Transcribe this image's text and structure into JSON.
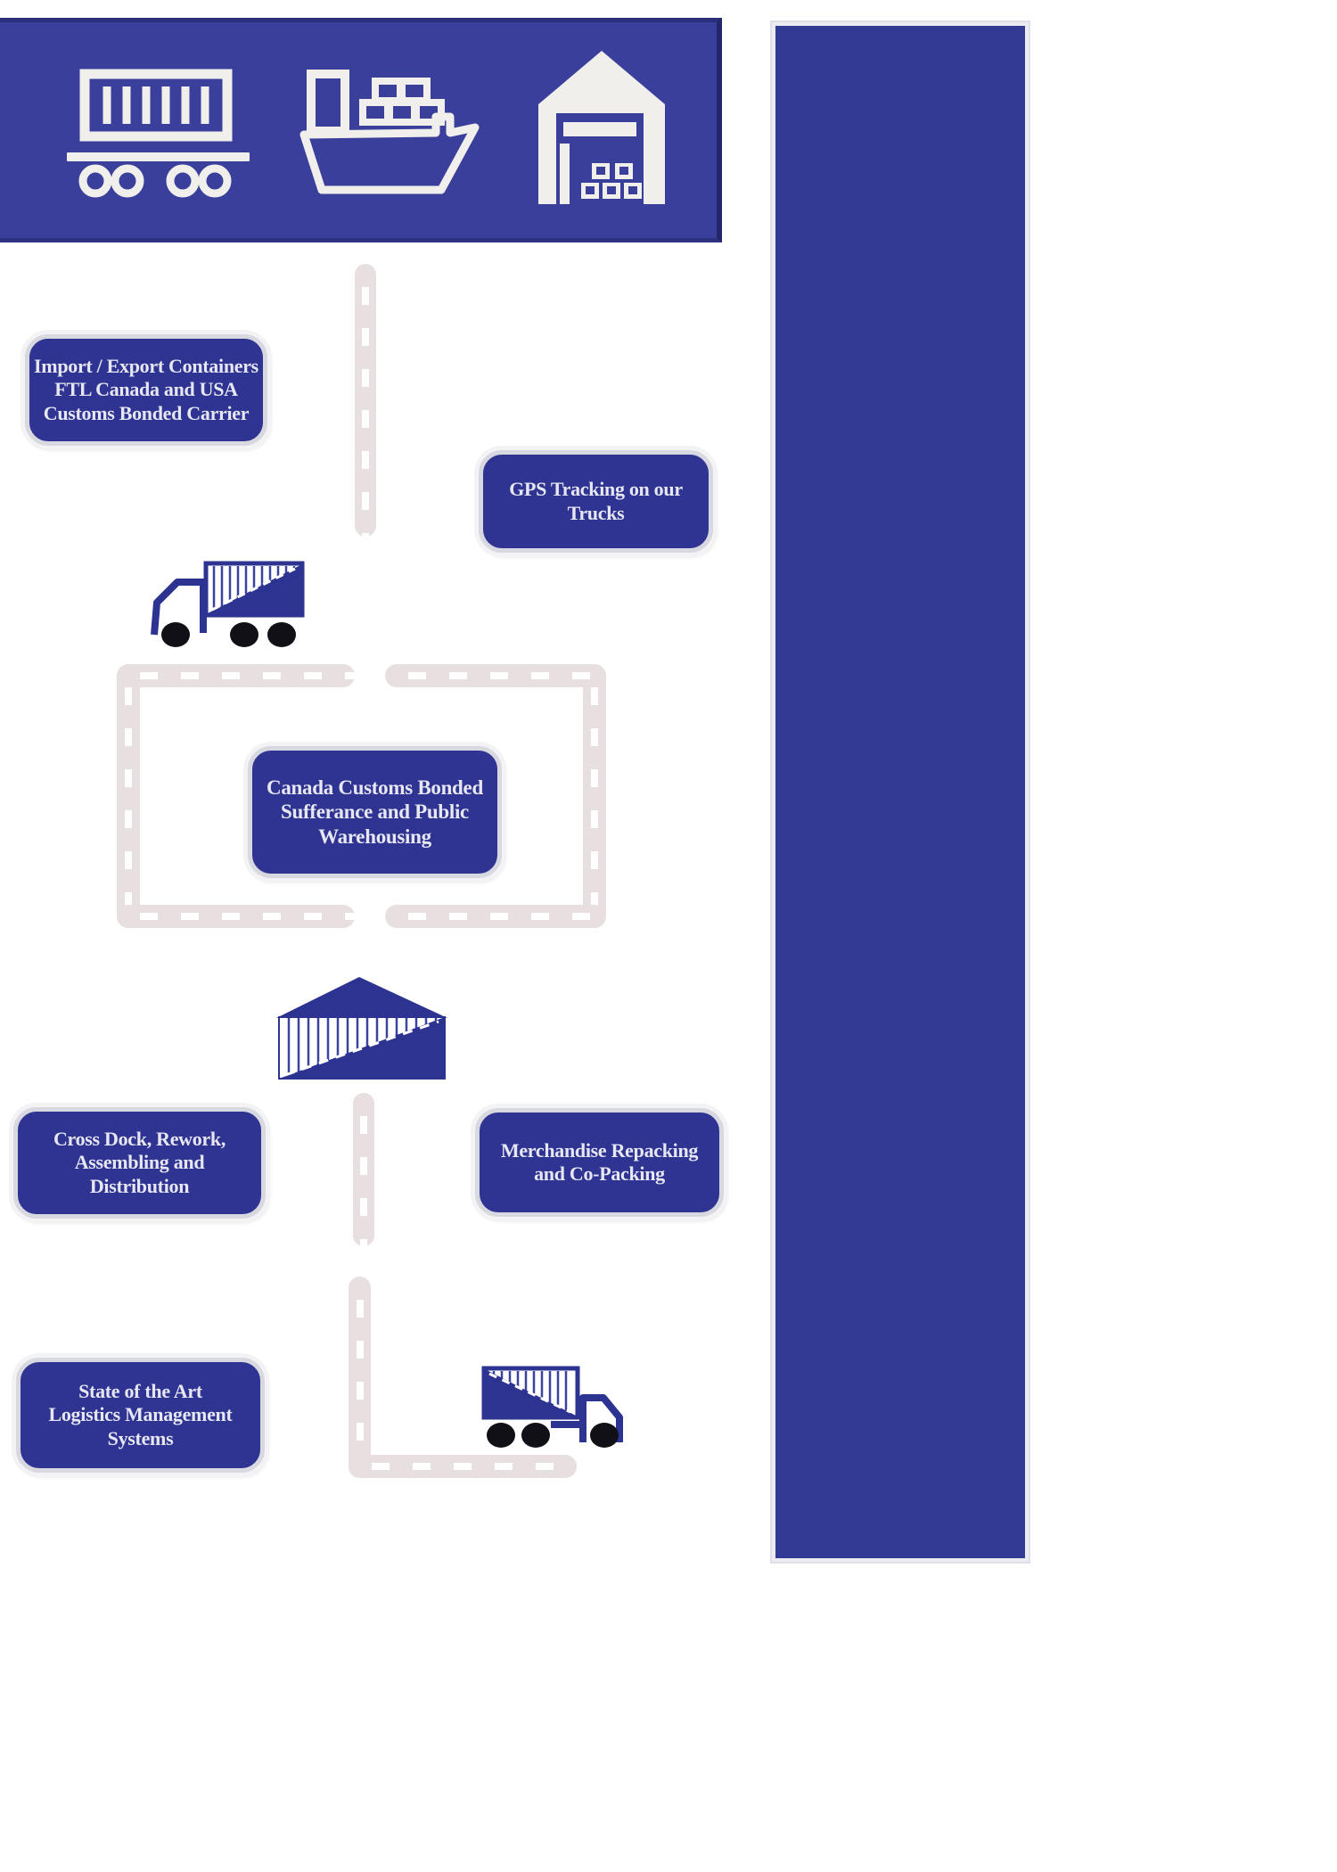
{
  "page": {
    "background": "#ffffff"
  },
  "colors": {
    "header_blue": "#3a3f9c",
    "panel_blue": "#333a94",
    "box_blue": "#2f3391",
    "box_border": "#d8d8e0",
    "road_gray": "#e8dfe0",
    "road_dash": "#ffffff",
    "logo_blue": "#2c3390",
    "wheel_black": "#101016",
    "icon_white": "#f1efeb"
  },
  "header": {
    "icons": [
      {
        "name": "rail-container-car-icon"
      },
      {
        "name": "cargo-ship-icon"
      },
      {
        "name": "warehouse-building-icon"
      }
    ]
  },
  "boxes": {
    "import_export": {
      "lines": [
        "Import / Export Containers",
        "FTL Canada and USA",
        "Customs Bonded Carrier"
      ]
    },
    "gps": {
      "lines": [
        "GPS Tracking on our",
        "Trucks"
      ]
    },
    "warehousing": {
      "lines": [
        "Canada Customs Bonded",
        "Sufferance and Public",
        "Warehousing"
      ]
    },
    "cross_dock": {
      "lines": [
        "Cross Dock, Rework,",
        "Assembling and",
        "Distribution"
      ]
    },
    "repacking": {
      "lines": [
        "Merchandise Repacking",
        "and Co-Packing"
      ]
    },
    "systems": {
      "lines": [
        "State of the Art",
        "Logistics Management",
        "Systems"
      ]
    }
  }
}
